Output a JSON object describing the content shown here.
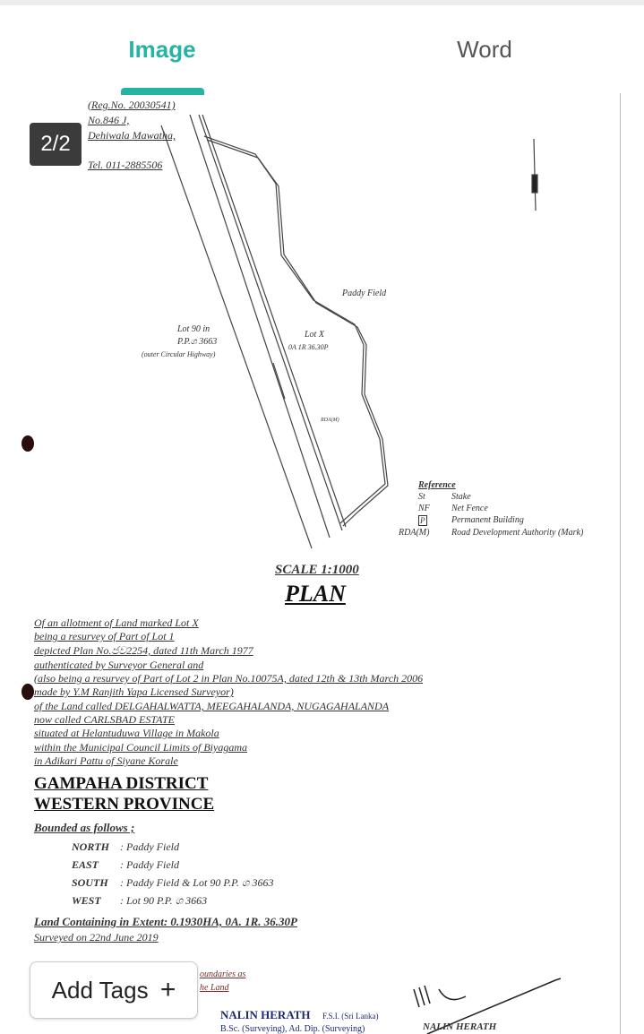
{
  "tabs": {
    "image": "Image",
    "word": "Word"
  },
  "counter": "2/2",
  "add_tags": {
    "label": "Add Tags",
    "icon": "+"
  },
  "colors": {
    "accent": "#27b3a3"
  },
  "document": {
    "header": [
      "(Reg.No. 20030541)",
      "No.846 J,",
      "Dehiwala Mawatha,",
      "Tel. 011-2885506"
    ],
    "map": {
      "paddy_field": "Paddy Field",
      "lot90_line1": "Lot 90 in",
      "lot90_line2": "P.P.ශ 3663",
      "lot90_line3": "(outer Circular Highway)",
      "lotx": "Lot X",
      "lotx_extent": "0A 1R 36.30P",
      "rda": "RDA(M)"
    },
    "reference": {
      "title": "Reference",
      "items": [
        {
          "code": "St",
          "desc": "Stake"
        },
        {
          "code": "NF",
          "desc": "Net Fence"
        },
        {
          "code": "P",
          "desc": "Permanent Building"
        },
        {
          "code": "RDA(M)",
          "desc": "Road Development Authority (Mark)"
        }
      ]
    },
    "scale": "SCALE 1:1000",
    "plan_title": "PLAN",
    "description": [
      "Of an allotment of Land marked Lot X",
      "being a resurvey of Part of Lot 1",
      "depicted Plan No.ජව2254, dated 11th March 1977",
      "authenticated by Surveyor General and",
      "(also being a resurvey of Part of  Lot 2 in Plan No.10075A, dated 12th & 13th March 2006",
      "made by Y.M Ranjith Yapa Licensed Surveyor)",
      "of the Land called DELGAHALWATTA, MEEGAHALANDA, NUGAGAHALANDA",
      "now called CARLSBAD ESTATE",
      "situated at Helantuduwa Village in Makola",
      "within the Municipal Council Limits of Biyagama",
      "in Adikari Pattu of Siyane Korale"
    ],
    "district": "GAMPAHA DISTRICT",
    "province": "WESTERN PROVINCE",
    "bounded_title": "Bounded as follows ;",
    "bounds": [
      {
        "dir": "NORTH",
        "value": ": Paddy Field"
      },
      {
        "dir": "EAST",
        "value": ": Paddy Field"
      },
      {
        "dir": "SOUTH",
        "value": ": Paddy Field & Lot 90 P.P. ශ 3663"
      },
      {
        "dir": "WEST",
        "value": ": Lot 90 P.P. ශ 3663"
      }
    ],
    "extent": "Land Containing in Extent: 0.1930HA, 0A. 1R. 36.30P",
    "surveyed": "Surveyed on 22nd June 2019",
    "note_line1": "oundaries as",
    "note_line2": "he Land",
    "surveyor_name": "NALIN HERATH",
    "surveyor_title": "F.S.I. (Sri Lanka)",
    "surveyor_quals": "B.Sc. (Surveying), Ad. Dip. (Surveying)",
    "signature_name": "NALIN HERATH"
  }
}
